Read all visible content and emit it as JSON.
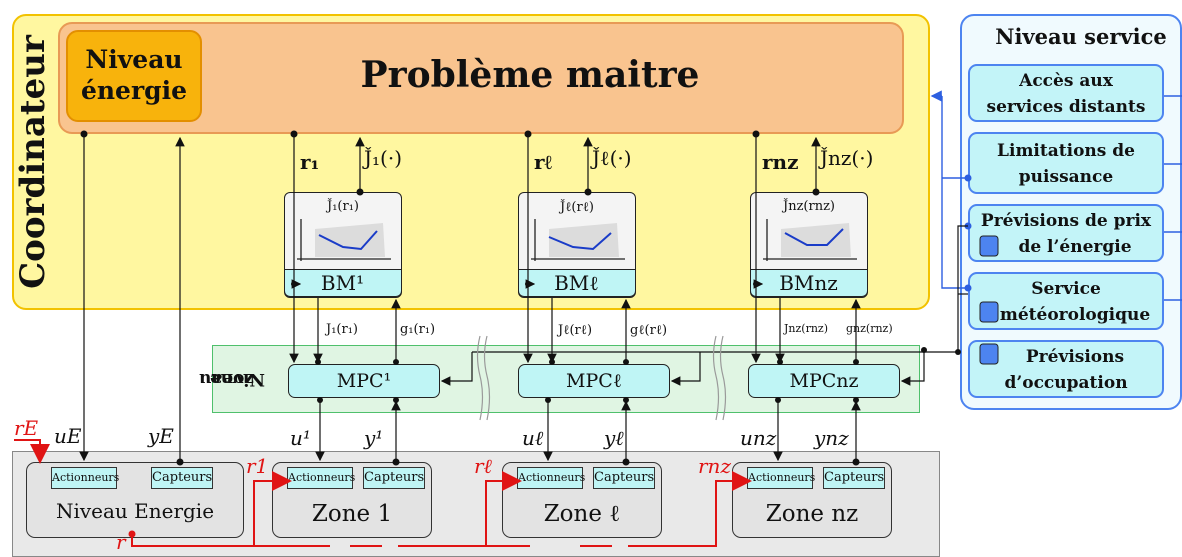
{
  "coordinator": {
    "label": "Coordinateur"
  },
  "master": {
    "title": "Problème maitre",
    "energy_line1": "Niveau",
    "energy_line2": "énergie"
  },
  "signals_top": {
    "r1": "r₁",
    "j1": "J̌₁(·)",
    "rl": "rℓ",
    "jl": "J̌ℓ(·)",
    "rn": "rnz",
    "jn": "J̌nz(·)"
  },
  "bm_blocks": [
    {
      "plot_label": "J̌₁(r₁)",
      "label": "BM¹"
    },
    {
      "plot_label": "J̌ℓ(rℓ)",
      "label": "BMℓ"
    },
    {
      "plot_label": "J̌nz(rnz)",
      "label": "BMnz"
    }
  ],
  "signals_mid": {
    "J1": "J₁(r₁)",
    "g1": "g₁(r₁)",
    "Jl": "Jℓ(rℓ)",
    "gl": "gℓ(rℓ)",
    "Jn": "Jnz(rnz)",
    "gn": "gnz(rnz)"
  },
  "zone_level": {
    "label_line1": "Niveau",
    "label_line2": "zone"
  },
  "mpc_blocks": [
    "MPC¹",
    "MPCℓ",
    "MPCnz"
  ],
  "signals_low": {
    "rE": "rE",
    "uE": "uE",
    "yE": "yE",
    "u1": "u¹",
    "y1": "y¹",
    "ul": "uℓ",
    "yl": "yℓ",
    "un": "unz",
    "yn": "ynz",
    "r1": "r1",
    "rl": "rℓ",
    "rn": "rnz",
    "r": "r"
  },
  "lower_boxes": [
    {
      "name": "Niveau Energie",
      "act": "Actionneurs",
      "cap": "Capteurs"
    },
    {
      "name": "Zone 1",
      "act": "Actionneurs",
      "cap": "Capteurs"
    },
    {
      "name": "Zone ℓ",
      "act": "Actionneurs",
      "cap": "Capteurs"
    },
    {
      "name": "Zone nz",
      "act": "Actionneurs",
      "cap": "Capteurs"
    }
  ],
  "service_level": {
    "title": "Niveau service",
    "items": [
      {
        "line1": "Accès aux",
        "line2": "services distants"
      },
      {
        "line1": "Limitations de",
        "line2": "puissance"
      },
      {
        "line1": "Prévisions de prix",
        "line2": "de l’énergie"
      },
      {
        "line1": "Service",
        "line2": "météorologique"
      },
      {
        "line1": "Prévisions",
        "line2": "d’occupation"
      }
    ]
  },
  "colors": {
    "coordinator": "#fff7a0",
    "master": "#f9c48f",
    "energy": "#f8b30c",
    "zone": "#e0f5e3",
    "service": "#4d84f0",
    "red": "#e01414"
  }
}
